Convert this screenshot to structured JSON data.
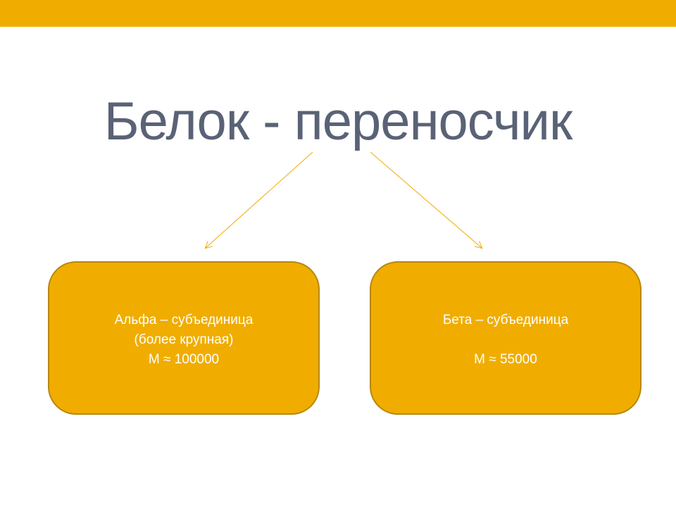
{
  "slide": {
    "title": "Белок - переносчик"
  },
  "boxes": {
    "left": {
      "line1": "Альфа – субъединица",
      "line2": "(более крупная)",
      "line3": "М ≈ 100000"
    },
    "right": {
      "line1": "Бета – субъединица",
      "line2": "",
      "line3": "М ≈ 55000"
    }
  },
  "colors": {
    "accent": "#F0AD00",
    "title_text": "#5A6276",
    "box_text": "#FFFFFF",
    "arrow": "#F0AD00"
  }
}
